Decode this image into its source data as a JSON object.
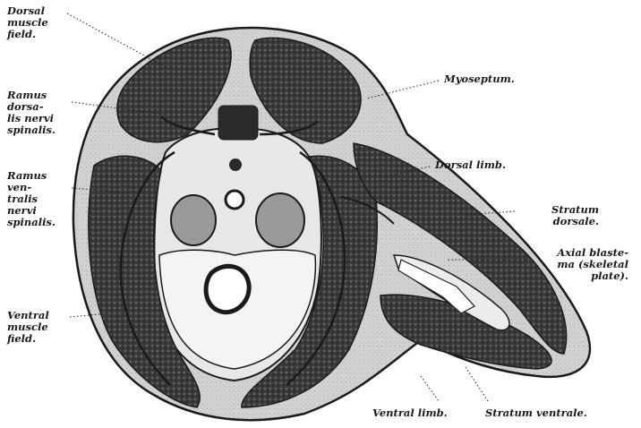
{
  "labels": {
    "dorsal_muscle_field": [
      "Dorsal",
      "muscle",
      "field."
    ],
    "ramus_dorsalis": [
      "Ramus",
      "dorsa-",
      "lis nervi",
      "spinalis."
    ],
    "ramus_ventralis": [
      "Ramus",
      "ven-",
      "tralis",
      "nervi",
      "spinalis."
    ],
    "ventral_muscle_field": [
      "Ventral",
      "muscle",
      "field."
    ],
    "myoseptum": "Myoseptum.",
    "dorsal_limb": "Dorsal limb.",
    "stratum_dorsale": [
      "Stratum",
      "dorsale."
    ],
    "axial_blastema": [
      "Axial blaste-",
      "ma (skeletal",
      "plate)."
    ],
    "ventral_limb": "Ventral limb.",
    "stratum_ventrale": "Stratum ventrale."
  },
  "colors": {
    "ink": "#1a1a1a",
    "muscle": "#3a3a3a",
    "mesenchyme": "#cfcfcf",
    "cord": "#e8e8e8",
    "paper": "#ffffff"
  }
}
